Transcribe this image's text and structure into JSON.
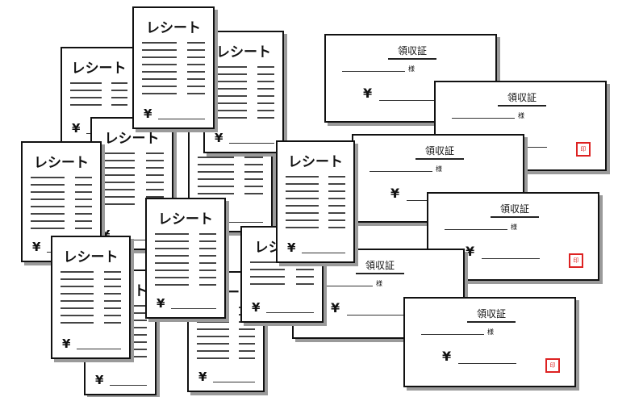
{
  "receipt_label": "レシート",
  "ryoshusho_label": "領収証",
  "yen_symbol": "¥",
  "seal_mark": "印",
  "honorific_mark": "様",
  "colors": {
    "outline": "#111111",
    "shadow": "#9a9a9a",
    "seal": "#dd2222"
  }
}
